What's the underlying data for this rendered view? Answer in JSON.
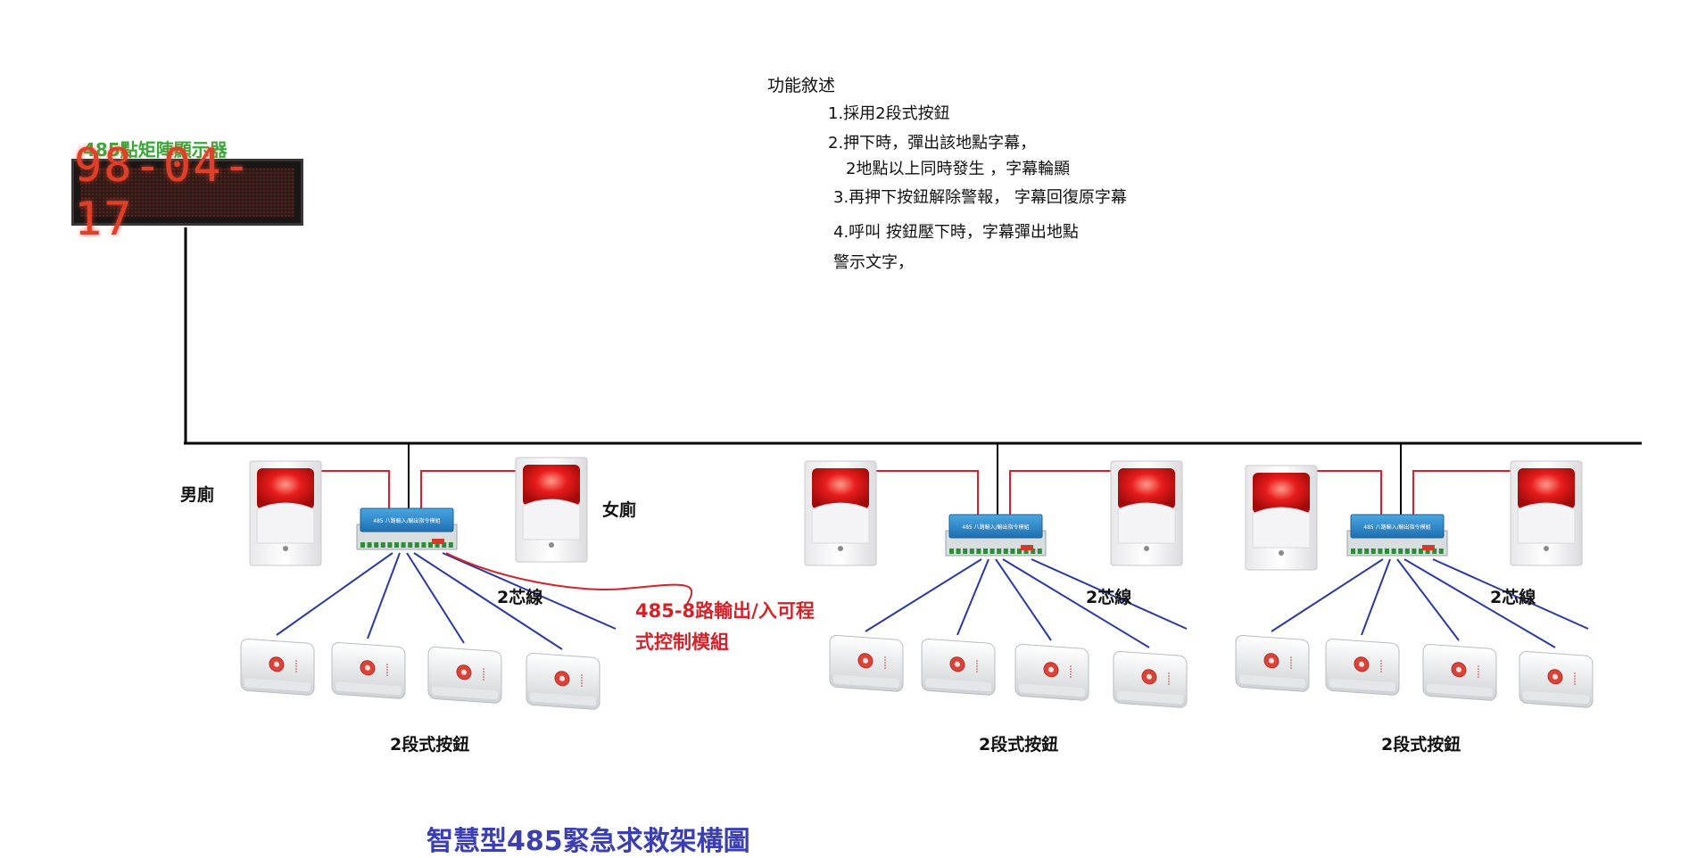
{
  "display": {
    "title": "485點矩陣顯示器",
    "screen_text": "98-04-17"
  },
  "description": {
    "title": "功能敘述",
    "lines": [
      "1.採用2段式按鈕",
      "2.押下時，彈出該地點字幕，",
      "2地點以上同時發生 ，字幕輪顯",
      "3.再押下按鈕解除警報， 字幕回復原字幕",
      "4.呼叫 按鈕壓下時，字幕彈出地點",
      "警示文字，"
    ]
  },
  "labels": {
    "mens": "男廁",
    "womens": "女廁",
    "wire": "2芯線",
    "buttons": "2段式按鈕",
    "module_line1": "485-8路輸出/入可程",
    "module_line2": "式控制模組",
    "module_face": "485 八路輸入/輸出指令模組"
  },
  "caption": "智慧型485緊急求救架構圖",
  "colors": {
    "bus": "#000000",
    "red_wire": "#d2232a",
    "blue_wire": "#2b3a9e",
    "module_blue": "#2f86c8",
    "strobe_red": "#e01818",
    "caption": "#3b3fb0",
    "title_green": "#3aa83a"
  }
}
